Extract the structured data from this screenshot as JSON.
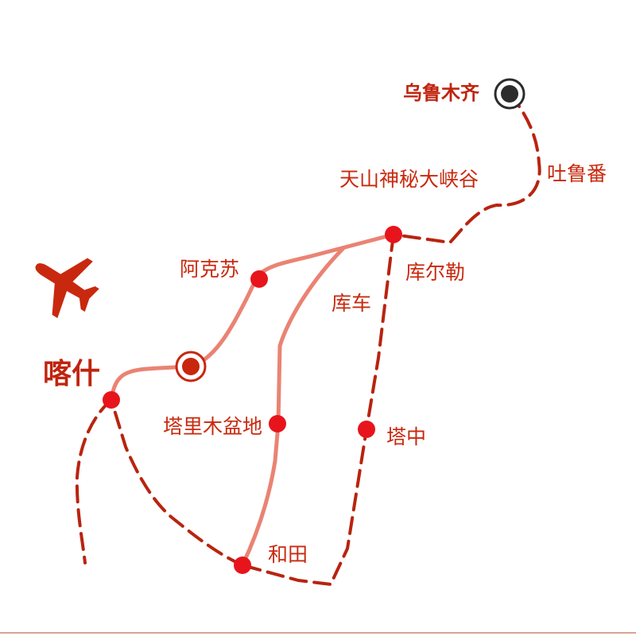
{
  "colors": {
    "dashed_route": "#b8240f",
    "solid_route": "#ea8373",
    "station": "#e8141c",
    "label": "#c8290e",
    "title_label": "#c0240e",
    "terminus_dark": "#2c2c2c",
    "start_marker": "#c8260e",
    "plane": "#c8290e",
    "bottom_line": "#d9a296"
  },
  "icons": {
    "plane": "airplane-icon",
    "urumqi_marker": "terminus-marker-icon",
    "tarim_marker": "start-marker-icon"
  },
  "labels": {
    "urumqi": "乌鲁木齐",
    "turpan": "吐鲁番",
    "tianshan_canyon": "天山神秘大峡谷",
    "korla": "库尔勒",
    "aksu": "阿克苏",
    "kuqa": "库车",
    "kashgar": "喀什",
    "tarim_basin": "塔里木盆地",
    "tazhong": "塔中",
    "hotan": "和田"
  }
}
